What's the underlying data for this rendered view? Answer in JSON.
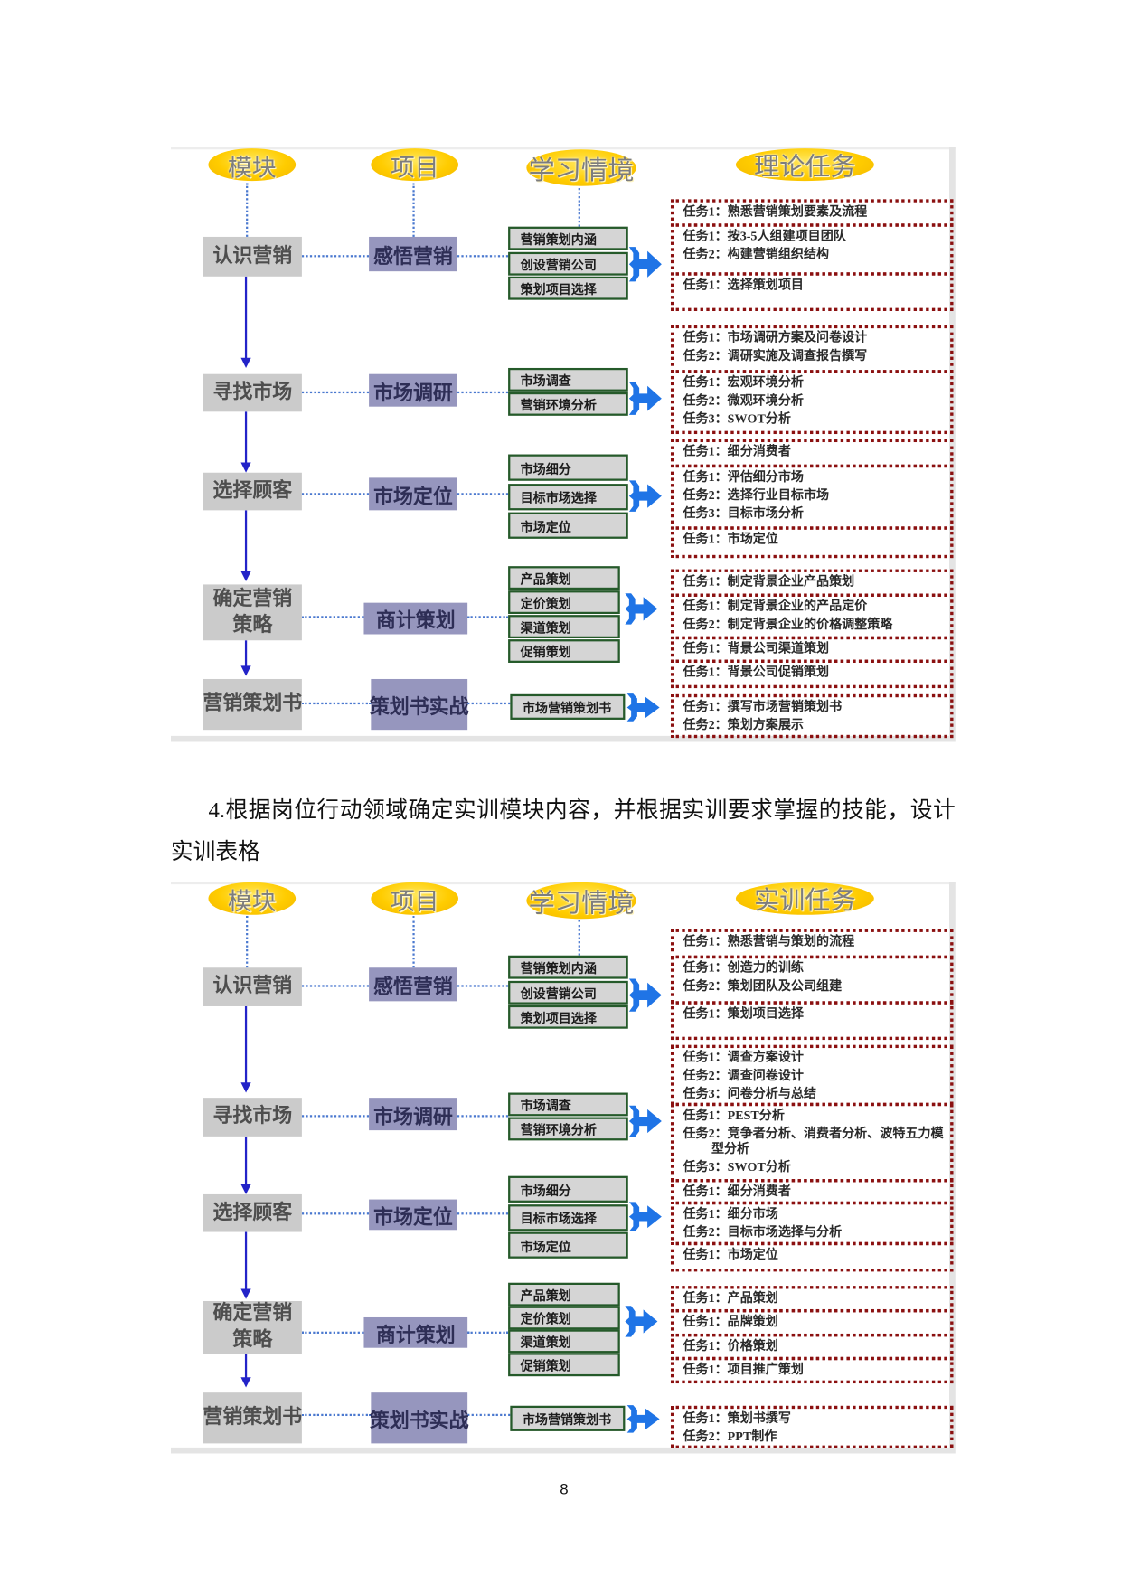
{
  "colors": {
    "header_fill": "#FFCC00",
    "module_fill": "#CBCBCB",
    "project_fill": "#9696BE",
    "scenario_fill": "#D5D5D5",
    "scenario_border": "#255A2A",
    "connector": "#4A78CF",
    "arrow": "#2323C8",
    "brace": "#1F74E6",
    "task_border": "#8B1010"
  },
  "diagrams": [
    {
      "headers": {
        "module": "模块",
        "project": "项目",
        "scenario": "学习情境",
        "tasks": "理论任务"
      },
      "rows": [
        {
          "module": "认识营销",
          "project": "感悟营销",
          "scenarios": [
            "营销策划内涵",
            "创设营销公司",
            "策划项目选择"
          ],
          "task_groups": [
            [
              "任务1：熟悉营销策划要素及流程"
            ],
            [
              "任务1：按3-5人组建项目团队",
              "任务2：构建营销组织结构"
            ],
            [
              "任务1：选择策划项目"
            ]
          ]
        },
        {
          "module": "寻找市场",
          "project": "市场调研",
          "scenarios": [
            "市场调查",
            "营销环境分析"
          ],
          "task_groups": [
            [
              "任务1：市场调研方案及问卷设计",
              "任务2：调研实施及调查报告撰写"
            ],
            [
              "任务1：宏观环境分析",
              "任务2：微观环境分析",
              "任务3：SWOT分析"
            ]
          ]
        },
        {
          "module": "选择顾客",
          "project": "市场定位",
          "scenarios": [
            "市场细分",
            "目标市场选择",
            "市场定位"
          ],
          "task_groups": [
            [
              "任务1：细分消费者"
            ],
            [
              "任务1：评估细分市场",
              "任务2：选择行业目标市场",
              "任务3：目标市场分析"
            ],
            [
              "任务1：市场定位"
            ]
          ]
        },
        {
          "module": "确定营销\n策略",
          "project": "商计策划",
          "scenarios": [
            "产品策划",
            "定价策划",
            "渠道策划",
            "促销策划"
          ],
          "task_groups": [
            [
              "任务1：制定背景企业产品策划"
            ],
            [
              "任务1：制定背景企业的产品定价",
              "任务2：制定背景企业的价格调整策略"
            ],
            [
              "任务1：背景公司渠道策划"
            ],
            [
              "任务1：背景公司促销策划"
            ]
          ]
        },
        {
          "module": "营销策划书",
          "project": "策划书实战",
          "scenarios": [
            "市场营销策划书"
          ],
          "task_groups": [
            [
              "任务1：撰写市场营销策划书",
              "任务2：策划方案展示"
            ]
          ]
        }
      ]
    },
    {
      "headers": {
        "module": "模块",
        "project": "项目",
        "scenario": "学习情境",
        "tasks": "实训任务"
      },
      "rows": [
        {
          "module": "认识营销",
          "project": "感悟营销",
          "scenarios": [
            "营销策划内涵",
            "创设营销公司",
            "策划项目选择"
          ],
          "task_groups": [
            [
              "任务1：熟悉营销与策划的流程"
            ],
            [
              "任务1：创造力的训练",
              "任务2：策划团队及公司组建"
            ],
            [
              "任务1：策划项目选择"
            ]
          ]
        },
        {
          "module": "寻找市场",
          "project": "市场调研",
          "scenarios": [
            "市场调查",
            "营销环境分析"
          ],
          "task_groups": [
            [
              "任务1：调查方案设计",
              "任务2：调查问卷设计",
              "任务3：问卷分析与总结"
            ],
            [
              "任务1：PEST分析",
              "任务2：竞争者分析、消费者分析、波特五力模型分析",
              "任务3：SWOT分析"
            ]
          ]
        },
        {
          "module": "选择顾客",
          "project": "市场定位",
          "scenarios": [
            "市场细分",
            "目标市场选择",
            "市场定位"
          ],
          "task_groups": [
            [
              "任务1：细分消费者"
            ],
            [
              "任务1：细分市场",
              "任务2：目标市场选择与分析"
            ],
            [
              "任务1：市场定位"
            ]
          ]
        },
        {
          "module": "确定营销\n策略",
          "project": "商计策划",
          "scenarios": [
            "产品策划",
            "定价策划",
            "渠道策划",
            "促销策划"
          ],
          "task_groups": [
            [
              "任务1：产品策划"
            ],
            [
              "任务1：品牌策划"
            ],
            [
              "任务1：价格策划"
            ],
            [
              "任务1：项目推广策划"
            ]
          ]
        },
        {
          "module": "营销策划书",
          "project": "策划书实战",
          "scenarios": [
            "市场营销策划书"
          ],
          "task_groups": [
            [
              "任务1：策划书撰写",
              "任务2：PPT制作"
            ]
          ]
        }
      ]
    }
  ],
  "paragraph": {
    "line1": "4.根据岗位行动领域确定实训模块内容，并根据实训要求掌握的技能，设计",
    "line2": "实训表格"
  },
  "page_number": "8"
}
